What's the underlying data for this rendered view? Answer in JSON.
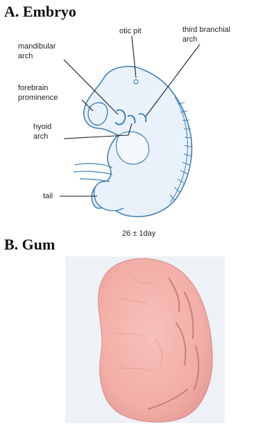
{
  "panel_a": {
    "title": "A. Embryo",
    "labels": {
      "otic_pit": "otic pit",
      "third_branchial_arch": "third branchial arch",
      "mandibular_arch": "mandibular arch",
      "forebrain_prominence": "forebrain prominence",
      "hyoid_arch": "hyoid arch",
      "tail": "tail"
    },
    "age_caption": "26 ± 1day",
    "colors": {
      "outline": "#3f7fb5",
      "fill": "#e9f2fb"
    }
  },
  "panel_b": {
    "title": "B. Gum",
    "colors": {
      "gum": "#f2b0aa",
      "gum_shadow": "#c9797a",
      "background": "#eef1f5"
    }
  }
}
